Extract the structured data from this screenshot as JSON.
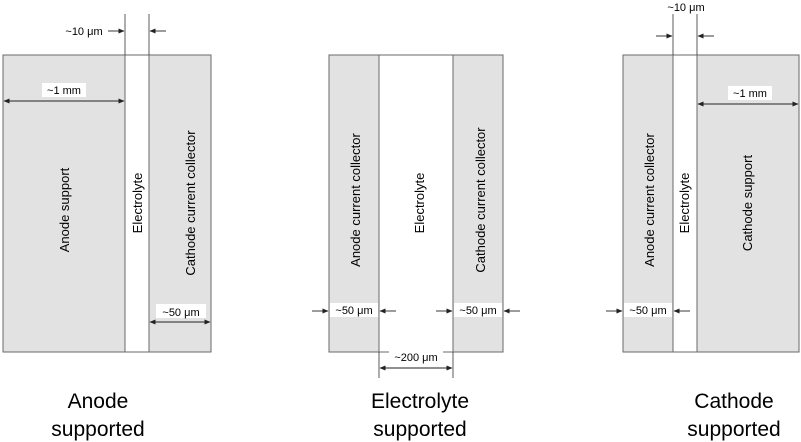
{
  "configurations": [
    {
      "caption_line1": "Anode",
      "caption_line2": "supported",
      "layers": {
        "anode_support": "Anode support",
        "electrolyte": "Electrolyte",
        "cathode_collector": "Cathode current collector"
      },
      "dimensions": {
        "electrolyte_thickness": "~10 μm",
        "support_thickness": "~1 mm",
        "collector_thickness": "~50 μm"
      }
    },
    {
      "caption_line1": "Electrolyte",
      "caption_line2": "supported",
      "layers": {
        "anode_collector": "Anode current collector",
        "electrolyte": "Electrolyte",
        "cathode_collector": "Cathode current collector"
      },
      "dimensions": {
        "anode_collector_thickness": "~50 μm",
        "cathode_collector_thickness": "~50 μm",
        "electrolyte_thickness": "~200 μm"
      }
    },
    {
      "caption_line1": "Cathode",
      "caption_line2": "supported",
      "layers": {
        "anode_collector": "Anode current collector",
        "electrolyte": "Electrolyte",
        "cathode_support": "Cathode support"
      },
      "dimensions": {
        "electrolyte_thickness": "~10 μm",
        "support_thickness": "~1 mm",
        "collector_thickness": "~50 μm"
      }
    }
  ]
}
